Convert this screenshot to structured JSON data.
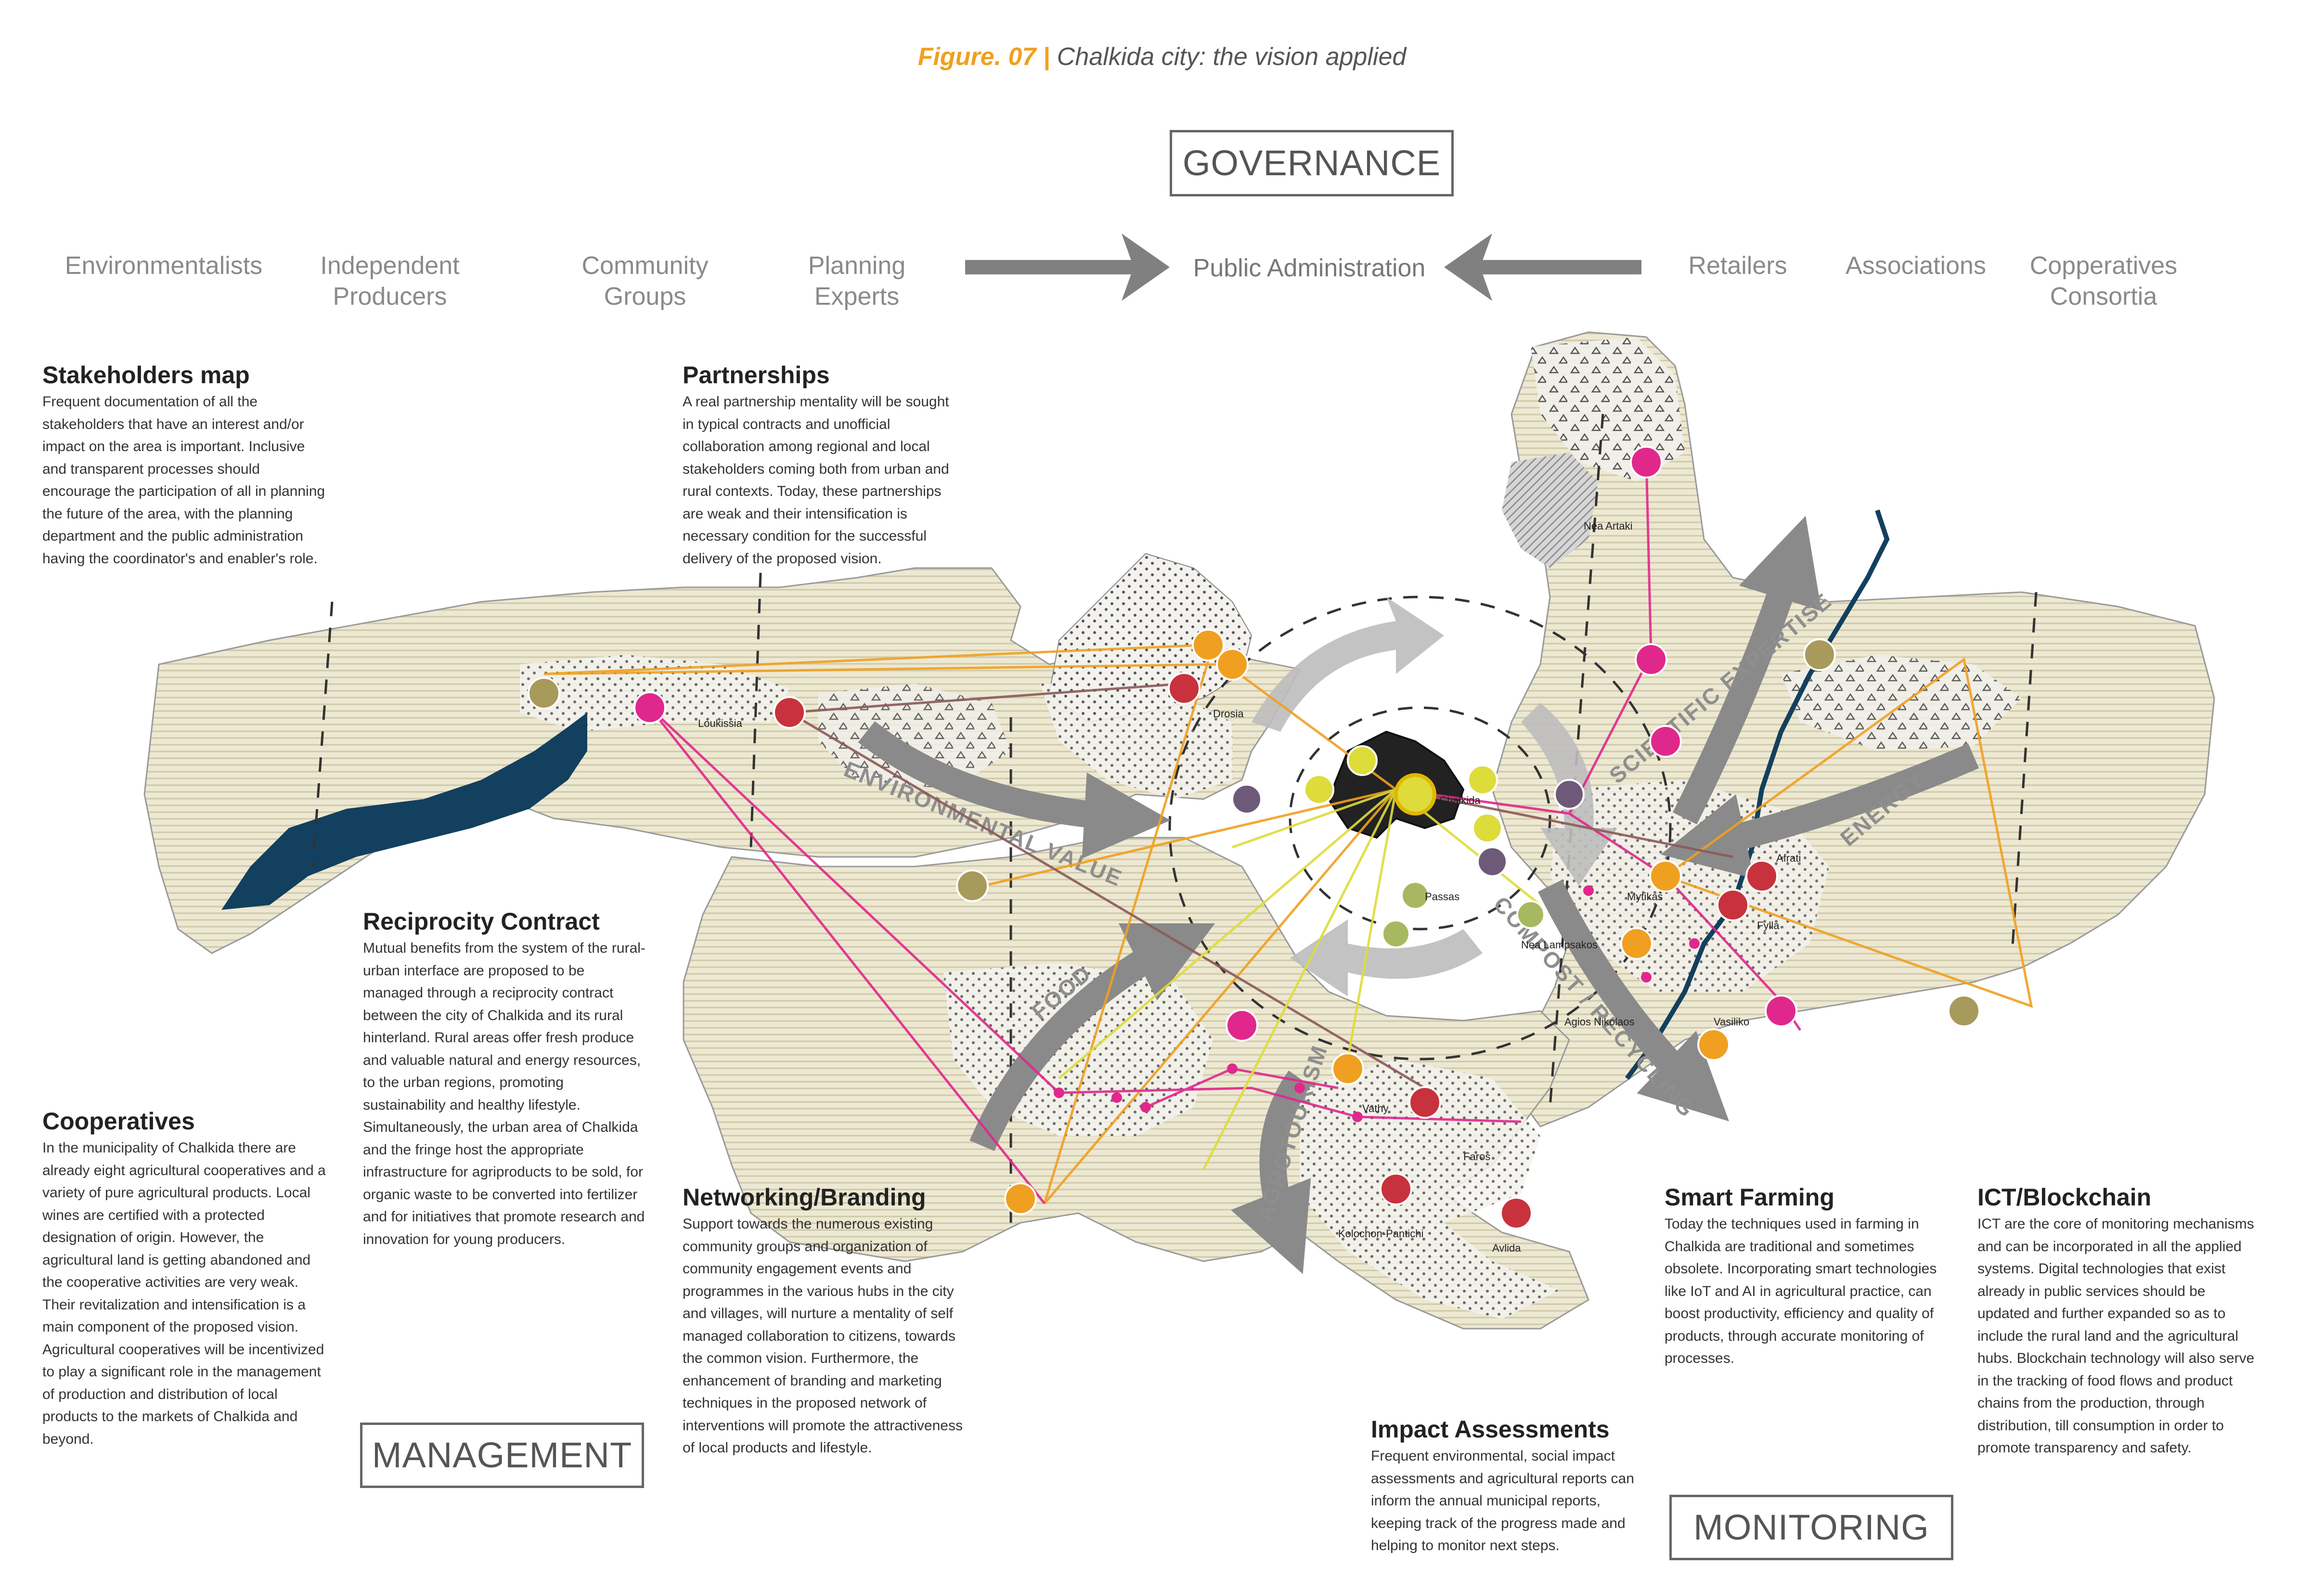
{
  "figure": {
    "number": "Figure. 07 |",
    "caption": "Chalkida city: the vision applied"
  },
  "boxes": {
    "governance": "GOVERNANCE",
    "management": "MANAGEMENT",
    "monitoring": "MONITORING"
  },
  "stakeholders": {
    "left": [
      "Environmentalists",
      "Independent\nProducers",
      "Community\nGroups",
      "Planning\nExperts"
    ],
    "center": "Public Administration",
    "right": [
      "Retailers",
      "Associations",
      "Copperatives\nConsortia"
    ]
  },
  "panels": {
    "stakeholders_map": {
      "title": "Stakeholders map",
      "body": "Frequent documentation of all the stakeholders that have an interest and/or impact on the area is important. Inclusive and transparent processes should encourage the participation of all in planning the future of the area, with the planning department and the public administration having the coordinator's and enabler's role."
    },
    "partnerships": {
      "title": "Partnerships",
      "body": "A real partnership mentality will be sought in typical contracts and unofficial collaboration among regional and local stakeholders coming both from urban and rural contexts. Today, these partnerships are weak and their intensification is necessary condition for the successful delivery of the proposed vision."
    },
    "reciprocity": {
      "title": "Reciprocity Contract",
      "body": "Mutual benefits from the system of the rural-urban interface are proposed to be managed through a reciprocity contract between the city of Chalkida and its rural hinterland. Rural areas offer fresh produce and valuable natural and energy resources, to the urban regions, promoting sustainability and healthy lifestyle. Simultaneously, the urban area of Chalkida and the fringe host the appropriate infrastructure for agriproducts to be sold, for organic waste to be converted into fertilizer and for initiatives that promote research and innovation for young producers."
    },
    "cooperatives": {
      "title": "Cooperatives",
      "body": "In the municipality of Chalkida there are already eight agricultural cooperatives and a variety of pure agricultural products. Local wines are certified with a protected designation of origin. However, the agricultural land is getting abandoned and the cooperative activities are very weak. Their revitalization and intensification is a main component of the proposed vision. Agricultural cooperatives will be incentivized to play a significant role in the management of production and distribution of local products to the markets of Chalkida and beyond."
    },
    "networking": {
      "title": "Networking/Branding",
      "body": "Support towards the numerous existing community groups and organization of community engagement events and programmes in the various hubs in the city and villages, will nurture a mentality of self managed collaboration to citizens, towards the common vision. Furthermore, the enhancement of branding and marketing techniques in the proposed network of interventions will promote the attractiveness of local products and lifestyle."
    },
    "impact": {
      "title": "Impact Assessments",
      "body": "Frequent environmental, social impact assessments and agricultural reports can inform the annual municipal reports, keeping track of the progress made and helping to monitor next steps."
    },
    "smart_farming": {
      "title": "Smart Farming",
      "body": "Today the techniques used in farming in Chalkida are traditional and sometimes obsolete. Incorporating smart technologies like IoT and AI in agricultural practice, can boost productivity, efficiency and quality of products, through accurate monitoring of processes."
    },
    "ict": {
      "title": "ICT/Blockchain",
      "body": "ICT are the core of monitoring mechanisms and can be incorporated in all the applied systems. Digital technologies that exist already in public services should be updated and further expanded so as to include the rural land and the agricultural hubs. Blockchain technology will also serve in the tracking of food flows and product chains from the production, through distribution, till consumption in order to promote transparency and safety."
    }
  },
  "places": {
    "loukissia": "Loukissia",
    "drosia": "Drosia",
    "chalkida": "Chalkida",
    "nea_artaki": "Nea Artaki",
    "passas": "Passas",
    "mytikas": "Mytikas",
    "afrati": "Afrati",
    "fylla": "Fylla",
    "nea_lampsakos": "Nea Lampsakos",
    "agios_nikolaos": "Agios Nikolaos",
    "vasiliko": "Vasiliko",
    "vathy": "Vathy",
    "faros": "Faros",
    "kolchon": "Kolochon-Pantichi",
    "avlida": "Avlida"
  },
  "flows": {
    "environmental": "ENVIRONMENTAL VALUE",
    "scientific": "SCIENTIFIC EXPERTISE",
    "energy": "ENERGY",
    "food": "FOOD",
    "agrotourism": "AGROTOURISM",
    "compost": "COMPOST / RECYCLING"
  },
  "colors": {
    "accent": "#f0a020",
    "magenta": "#e0288c",
    "orange": "#f0a020",
    "red": "#c8323c",
    "olive": "#a89a5a",
    "purple": "#6e5a78",
    "yellow": "#dedc3a",
    "green": "#a8b860",
    "sea": "#12405e",
    "land": "#ede8d2",
    "arrow": "#8a8a8a"
  },
  "icons": {
    "producer": "fork-knife-icon",
    "market": "shop-icon",
    "hub": "gear-icon",
    "cooperative": "sprout-icon",
    "factory": "factory-icon",
    "recycle": "recycle-icon"
  }
}
